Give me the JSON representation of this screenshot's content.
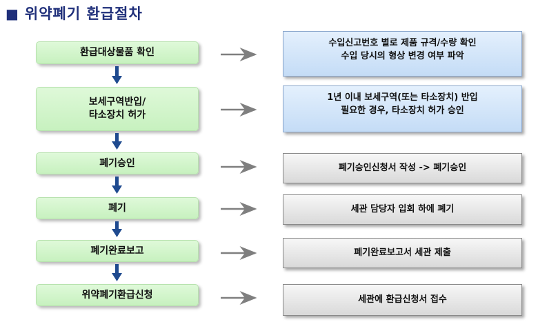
{
  "title": "위약폐기 환급절차",
  "title_marker": "■",
  "colors": {
    "title": "#1f2f7a",
    "step_fill": "#cdf3c6",
    "note_blue": "#d4e6fa",
    "note_gray": "#e6e6e6",
    "down_arrow": "#1f4a8f",
    "right_arrow": "#7f7f7f"
  },
  "steps": [
    {
      "lines": [
        "환급대상물품 확인"
      ],
      "note_lines": [
        "수입신고번호 별로 제품 규격/수량 확인",
        "수입 당시의 형상 변경 여부 파악"
      ],
      "note_style": "blue"
    },
    {
      "lines": [
        "보세구역반입/",
        "타소장치 허가"
      ],
      "note_lines": [
        "1년 이내 보세구역(또는 타소장치) 반입",
        "필요한 경우, 타소장치 허가 승인"
      ],
      "note_style": "blue"
    },
    {
      "lines": [
        "폐기승인"
      ],
      "note_lines": [
        "폐기승인신청서 작성 -> 폐기승인"
      ],
      "note_style": "gray"
    },
    {
      "lines": [
        "폐기"
      ],
      "note_lines": [
        "세관 담당자 입회 하에 폐기"
      ],
      "note_style": "gray"
    },
    {
      "lines": [
        "폐기완료보고"
      ],
      "note_lines": [
        "폐기완료보고서 세관 제출"
      ],
      "note_style": "gray"
    },
    {
      "lines": [
        "위약폐기환급신청"
      ],
      "note_lines": [
        "세관에 환급신청서 접수"
      ],
      "note_style": "gray"
    }
  ]
}
